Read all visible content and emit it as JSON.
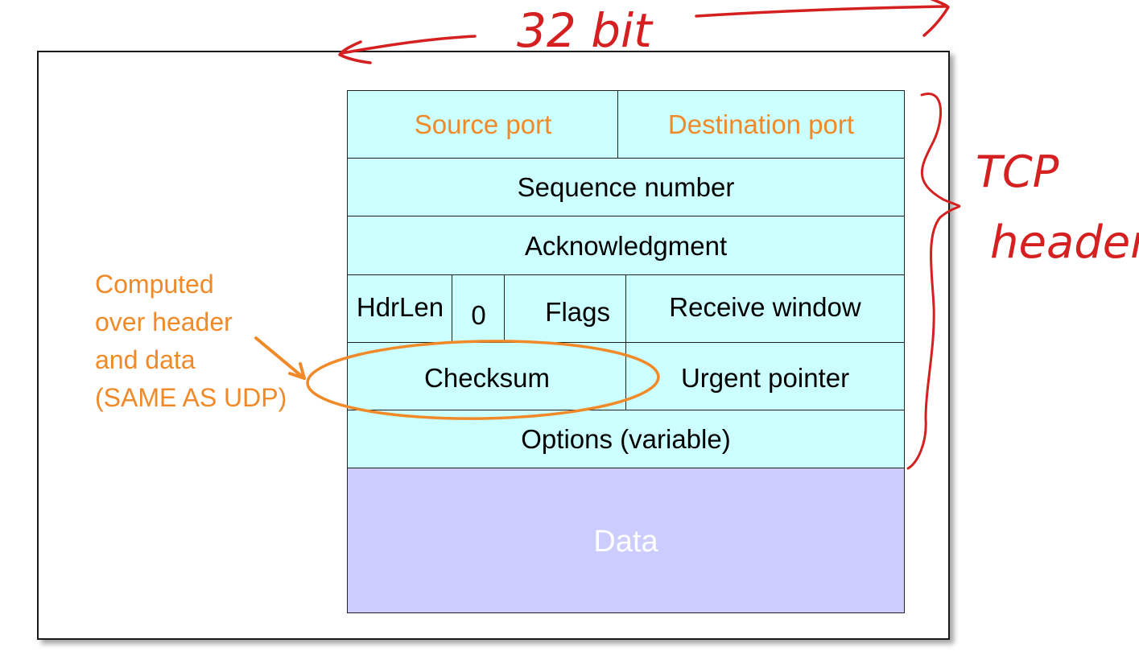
{
  "header_fields": {
    "source_port": "Source port",
    "destination_port": "Destination port",
    "sequence_number": "Sequence number",
    "acknowledgment": "Acknowledgment",
    "hdrlen": "HdrLen",
    "zero": "0",
    "flags": "Flags",
    "receive_window": "Receive window",
    "checksum": "Checksum",
    "urgent_pointer": "Urgent pointer",
    "options": "Options (variable)",
    "data": "Data"
  },
  "annotation_note": {
    "lines": [
      "Computed",
      "over header",
      "and data",
      "(SAME AS UDP)"
    ]
  },
  "handwriting": {
    "width_label": "32 bit",
    "brace_label_line1": "TCP",
    "brace_label_line2": "header"
  },
  "colors": {
    "header_fill": "#ccffff",
    "data_fill": "#ccccff",
    "highlight_text": "#f08a28",
    "ink_red": "#d42020",
    "circle_orange": "#f08a28"
  }
}
